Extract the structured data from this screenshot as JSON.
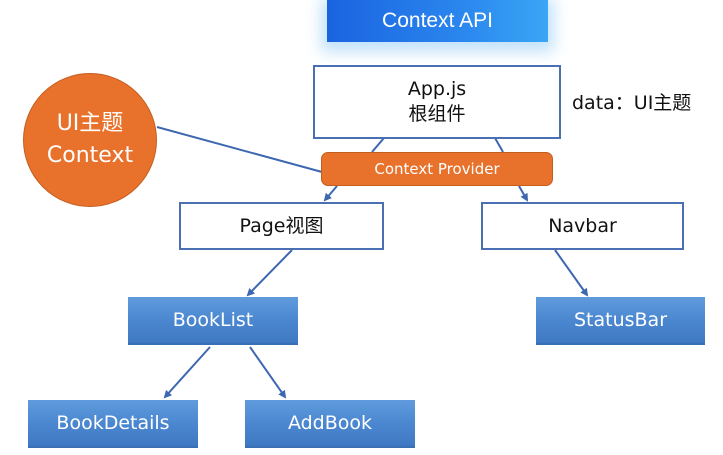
{
  "title": "Context API",
  "context_circle": {
    "line1": "UI主题",
    "line2": "Context"
  },
  "root": {
    "line1": "App.js",
    "line2": "根组件"
  },
  "side_note": "data：UI主题",
  "provider": "Context Provider",
  "nodes": {
    "page": "Page视图",
    "navbar": "Navbar",
    "booklist": "BookList",
    "statusbar": "StatusBar",
    "bookdetails": "BookDetails",
    "addbook": "AddBook"
  },
  "colors": {
    "accent_orange": "#e8722c",
    "line_blue": "#4a6fb3",
    "node_blue": "#4a86cf",
    "title_blue": "#1a63e0"
  },
  "edges": [
    {
      "from": "context_circle",
      "to": "provider",
      "arrow": false
    },
    {
      "from": "root",
      "to": "provider",
      "arrow": false
    },
    {
      "from": "provider",
      "to": "page",
      "arrow": true
    },
    {
      "from": "provider",
      "to": "navbar",
      "arrow": true
    },
    {
      "from": "page",
      "to": "booklist",
      "arrow": true
    },
    {
      "from": "navbar",
      "to": "statusbar",
      "arrow": true
    },
    {
      "from": "booklist",
      "to": "bookdetails",
      "arrow": true
    },
    {
      "from": "booklist",
      "to": "addbook",
      "arrow": true
    }
  ]
}
